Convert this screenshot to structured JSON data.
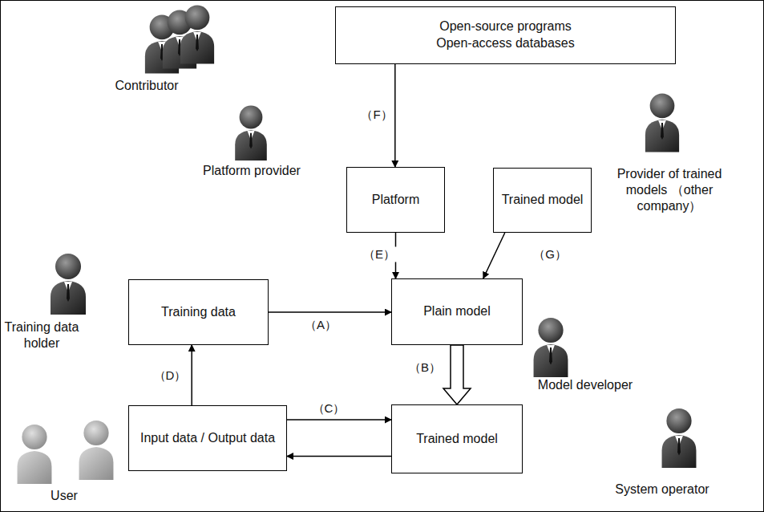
{
  "diagram": {
    "nodes": [
      {
        "text": [
          "Open-source programs",
          "Open-access databases"
        ]
      },
      {
        "text": [
          "Platform"
        ]
      },
      {
        "text": [
          "Trained model"
        ]
      },
      {
        "text": [
          "Training data"
        ]
      },
      {
        "text": [
          "Plain model"
        ]
      },
      {
        "text": [
          "Input data / Output data"
        ]
      },
      {
        "text": [
          "Trained model"
        ]
      }
    ],
    "edges": [
      {
        "from": 0,
        "to": 1,
        "arrow": "to",
        "label": "（F）"
      },
      {
        "from": 1,
        "to": 4,
        "arrow": "to",
        "label": "（E）"
      },
      {
        "from": 2,
        "to": 4,
        "arrow": "to",
        "label": "（G）"
      },
      {
        "from": 3,
        "to": 4,
        "arrow": "to",
        "label": "（A）"
      },
      {
        "from": 4,
        "to": 6,
        "arrow": "to",
        "label": "（B）"
      },
      {
        "from": 5,
        "to": 6,
        "arrow": "to",
        "label": "（C）"
      },
      {
        "from": 6,
        "to": 5,
        "arrow": "to"
      },
      {
        "from": 5,
        "to": 3,
        "arrow": "to",
        "label": "（D）"
      }
    ],
    "labels": [
      "Contributor",
      "Platform provider",
      "Provider of trained models （other company）",
      "Training data holder",
      "Model developer",
      "System operator",
      "User"
    ]
  }
}
